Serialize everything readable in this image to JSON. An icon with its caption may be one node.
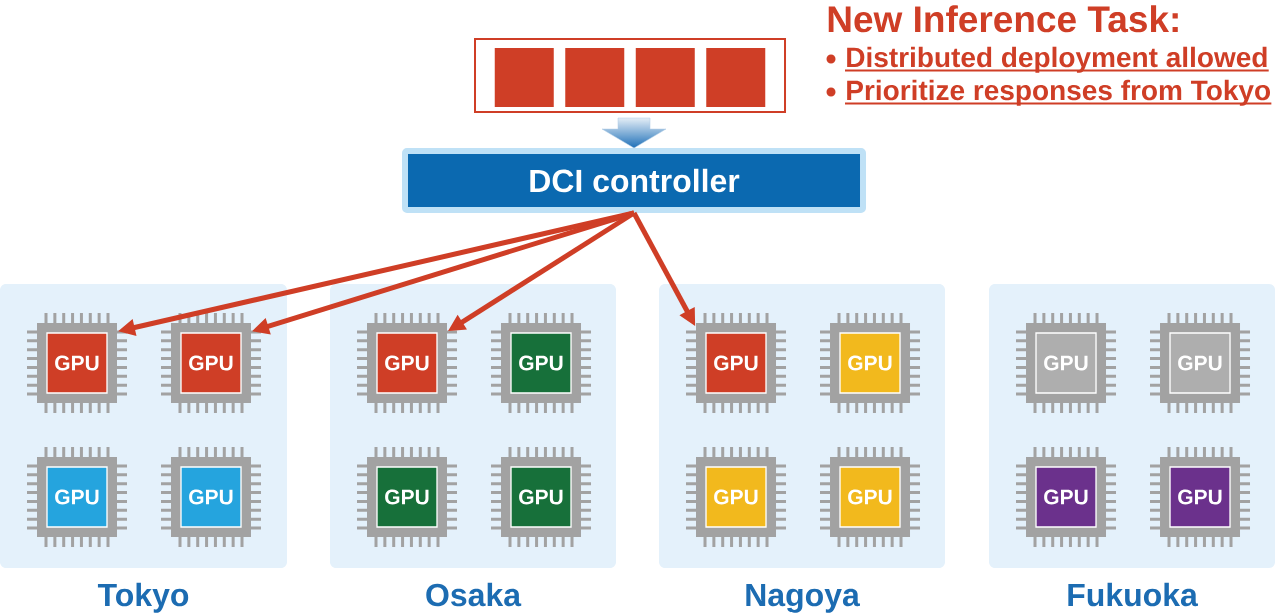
{
  "diagram": {
    "title": "New Inference Task:",
    "nodes": [
      {
        "text": [],
        "shape": "box"
      },
      {
        "text": [
          "DCI controller"
        ]
      },
      {
        "text": [
          "Tokyo"
        ]
      },
      {
        "text": [
          "GPU"
        ],
        "in": 2
      },
      {
        "text": [
          "GPU"
        ],
        "in": 2
      },
      {
        "text": [
          "GPU"
        ],
        "in": 2
      },
      {
        "text": [
          "GPU"
        ],
        "in": 2
      },
      {
        "text": [
          "Osaka"
        ]
      },
      {
        "text": [
          "GPU"
        ],
        "in": 7
      },
      {
        "text": [
          "GPU"
        ],
        "in": 7
      },
      {
        "text": [
          "GPU"
        ],
        "in": 7
      },
      {
        "text": [
          "GPU"
        ],
        "in": 7
      },
      {
        "text": [
          "Nagoya"
        ]
      },
      {
        "text": [
          "GPU"
        ],
        "in": 12
      },
      {
        "text": [
          "GPU"
        ],
        "in": 12
      },
      {
        "text": [
          "GPU"
        ],
        "in": 12
      },
      {
        "text": [
          "GPU"
        ],
        "in": 12
      },
      {
        "text": [
          "Fukuoka"
        ]
      },
      {
        "text": [
          "GPU"
        ],
        "in": 17
      },
      {
        "text": [
          "GPU"
        ],
        "in": 17
      },
      {
        "text": [
          "GPU"
        ],
        "in": 17
      },
      {
        "text": [
          "GPU"
        ],
        "in": 17
      }
    ],
    "edges": [
      {
        "from": 0,
        "to": 1,
        "arrow": "to",
        "style": "thick",
        "color": "#1f70b8"
      },
      {
        "from": 1,
        "to": 3,
        "arrow": "to"
      },
      {
        "from": 1,
        "to": 4,
        "arrow": "to"
      },
      {
        "from": 1,
        "to": 8,
        "arrow": "to"
      },
      {
        "from": 1,
        "to": 13,
        "arrow": "to"
      }
    ],
    "labels": [
      "Distributed deployment allowed",
      "Prioritize responses from Tokyo"
    ]
  }
}
